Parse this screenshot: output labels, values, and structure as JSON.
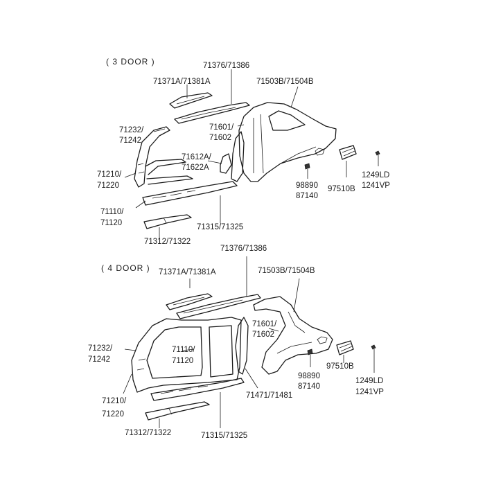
{
  "section_3door": {
    "header": "( 3 DOOR )",
    "labels": {
      "roof_rail": "71376/71386",
      "roof_rail_inner": "71371A/71381A",
      "quarter_panel": "71503B/71504B",
      "pillar_inner_a": "71232/",
      "pillar_inner_b": "71242",
      "center_pillar_a": "71601/",
      "center_pillar_b": "71602",
      "reinf_a": "71612A/",
      "reinf_b": "71622A",
      "front_pillar_a": "71210/",
      "front_pillar_b": "71220",
      "side_outer_a": "71110/",
      "side_outer_b": "71120",
      "sill_panel": "71315/71325",
      "sill_reinf": "71312/71322",
      "plug_a": "98890",
      "plug_b": "87140",
      "vent": "97510B",
      "screw_a": "1249LD",
      "screw_b": "1241VP"
    }
  },
  "section_4door": {
    "header": "( 4 DOOR )",
    "labels": {
      "roof_rail": "71376/71386",
      "roof_rail_inner": "71371A/71381A",
      "quarter_panel": "71503B/71504B",
      "pillar_inner_a": "71232/",
      "pillar_inner_b": "71242",
      "center_pillar_a": "71601/",
      "center_pillar_b": "71602",
      "side_outer_a": "71110/",
      "side_outer_b": "71120",
      "front_pillar_a": "71210/",
      "front_pillar_b": "71220",
      "b_pillar": "71471/71481",
      "plug_a": "98890",
      "plug_b": "87140",
      "vent": "97510B",
      "screw_a": "1249LD",
      "screw_b": "1241VP",
      "sill_reinf": "71312/71322",
      "sill_panel": "71315/71325"
    }
  }
}
